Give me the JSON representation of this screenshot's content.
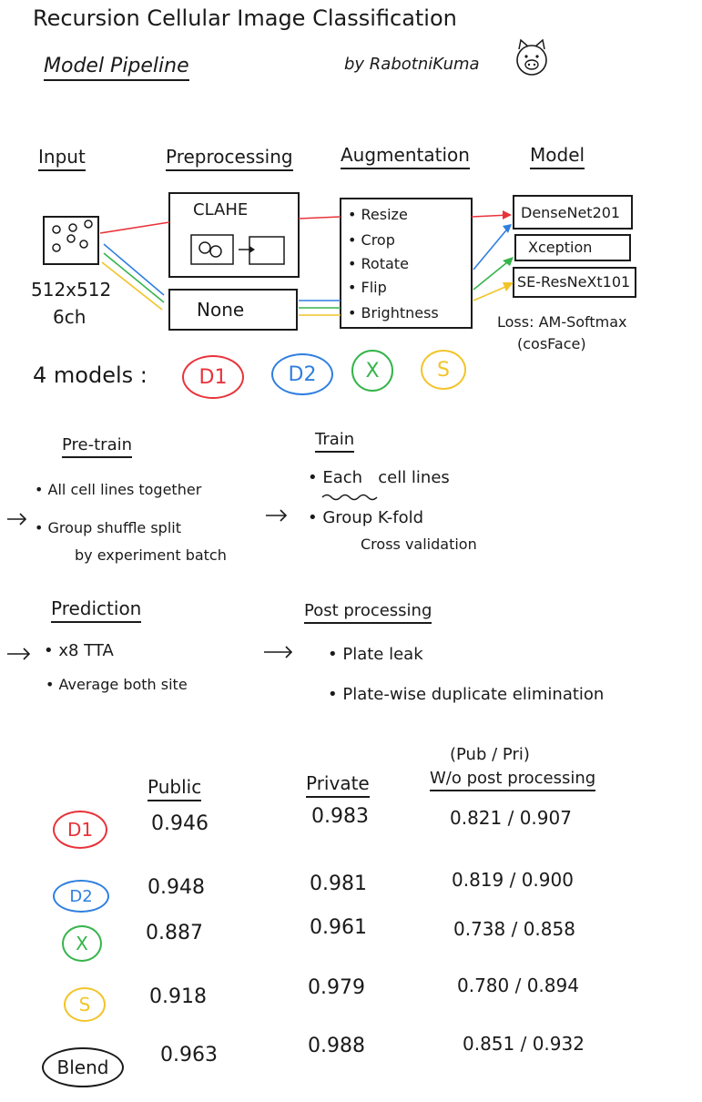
{
  "header": {
    "title": "Recursion Cellular Image Classification",
    "subtitle": "Model Pipeline",
    "byline": "by RabotniKuma",
    "logo_icon": "pig-face-icon"
  },
  "pipeline": {
    "headings": [
      "Input",
      "Preprocessing",
      "Augmentation",
      "Model"
    ],
    "input_dims": "512x512",
    "input_channels": "6ch",
    "preprocessing": {
      "clahe": "CLAHE",
      "none": "None"
    },
    "augmentations": [
      "Resize",
      "Crop",
      "Rotate",
      "Flip",
      "Brightness"
    ],
    "models": [
      "DenseNet201",
      "Xception",
      "SE-ResNeXt101"
    ],
    "loss_line1": "Loss: AM-Softmax",
    "loss_line2": "(cosFace)"
  },
  "models_row": {
    "label": "4 models :",
    "badges": [
      {
        "text": "D1",
        "color": "#e8333a"
      },
      {
        "text": "D2",
        "color": "#2f7fe0"
      },
      {
        "text": "X",
        "color": "#35b44a"
      },
      {
        "text": "S",
        "color": "#f2c428"
      }
    ]
  },
  "colors": {
    "red": "#e8333a",
    "blue": "#2f7fe0",
    "green": "#35b44a",
    "yellow": "#f2c428",
    "ink": "#1a1a1a"
  },
  "pretrain": {
    "heading": "Pre-train",
    "bullet1": "All cell lines together",
    "bullet2": "Group shuffle split",
    "bullet2b": "by experiment batch"
  },
  "train": {
    "heading": "Train",
    "bullet1_emph": "Each",
    "bullet1": "cell lines",
    "bullet2": "Group K-fold",
    "bullet2b": "Cross validation"
  },
  "prediction": {
    "heading": "Prediction",
    "bullet1": "x8 TTA",
    "bullet2": "Average both site"
  },
  "postprocessing": {
    "heading": "Post processing",
    "bullet1": "Plate leak",
    "bullet2": "Plate-wise duplicate elimination"
  },
  "results": {
    "header_public": "Public",
    "header_private": "Private",
    "header_note": "(Pub / Pri)",
    "header_wo": "W/o post processing",
    "rows": [
      {
        "label": "D1",
        "color": "#e8333a",
        "public": "0.946",
        "private": "0.983",
        "wo": "0.821 / 0.907"
      },
      {
        "label": "D2",
        "color": "#2f7fe0",
        "public": "0.948",
        "private": "0.981",
        "wo": "0.819 / 0.900"
      },
      {
        "label": "X",
        "color": "#35b44a",
        "public": "0.887",
        "private": "0.961",
        "wo": "0.738 / 0.858"
      },
      {
        "label": "S",
        "color": "#f2c428",
        "public": "0.918",
        "private": "0.979",
        "wo": "0.780 / 0.894"
      },
      {
        "label": "Blend",
        "color": "#1a1a1a",
        "public": "0.963",
        "private": "0.988",
        "wo": "0.851 / 0.932"
      }
    ]
  }
}
